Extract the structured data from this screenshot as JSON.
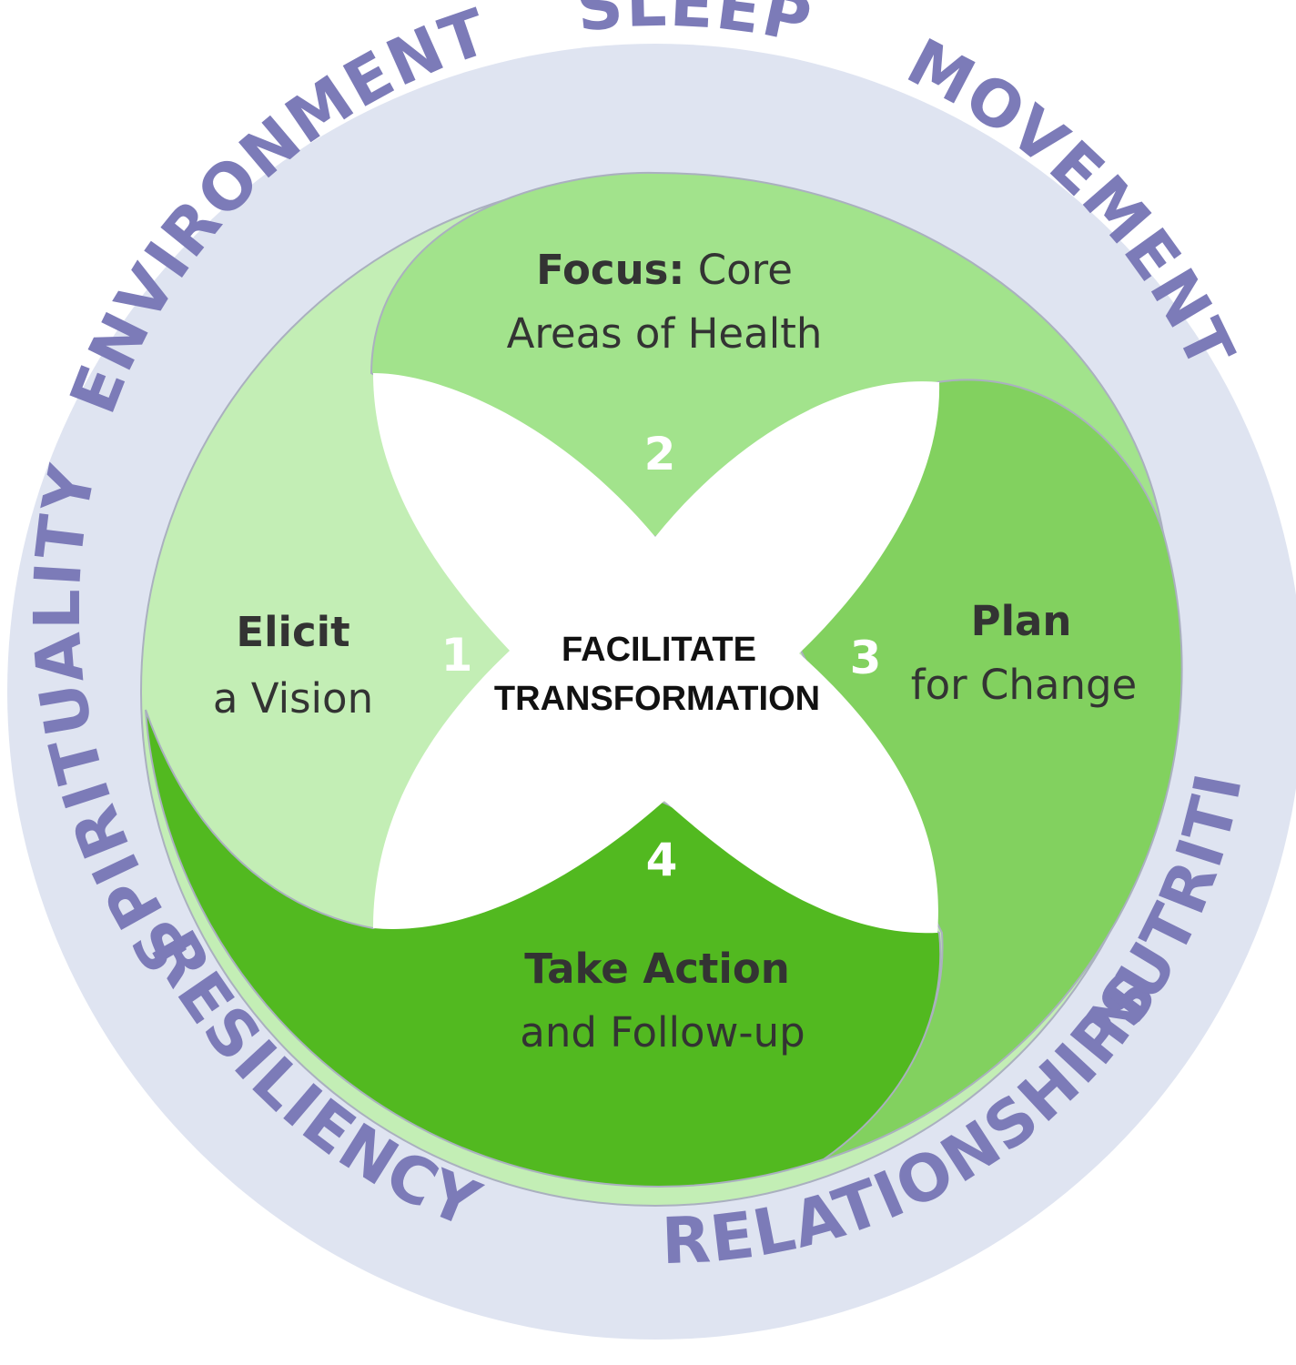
{
  "colors": {
    "ring": "#dfe4f1",
    "ring_text": "#7c7bb8",
    "segment_1": "#c3eeb5",
    "segment_2": "#a2e38c",
    "segment_3": "#82d15f",
    "segment_4": "#52b920",
    "segment_text": "#333333",
    "center": "#ffffff",
    "center_text": "#111111",
    "step_number": "#ffffff"
  },
  "ring": {
    "environment": "ENVIRONMENT",
    "sleep": "SLEEP",
    "movement": "MOVEMENT",
    "nutrition": "NUTRITION",
    "relationships": "RELATIONSHIPS",
    "resiliency": "RESILIENCY",
    "spirituality": "SPIRITUALITY"
  },
  "segments": {
    "focus": {
      "bold": "Focus:",
      "rest": " Core",
      "line2": "Areas of Health",
      "number": "2"
    },
    "elicit": {
      "bold": "Elicit",
      "line2": "a Vision",
      "number": "1"
    },
    "plan": {
      "bold": "Plan",
      "line2": "for Change",
      "number": "3"
    },
    "action": {
      "bold": "Take Action",
      "line2": "and Follow-up",
      "number": "4"
    }
  },
  "center": {
    "line1": "FACILITATE",
    "line2": "TRANSFORMATION"
  }
}
